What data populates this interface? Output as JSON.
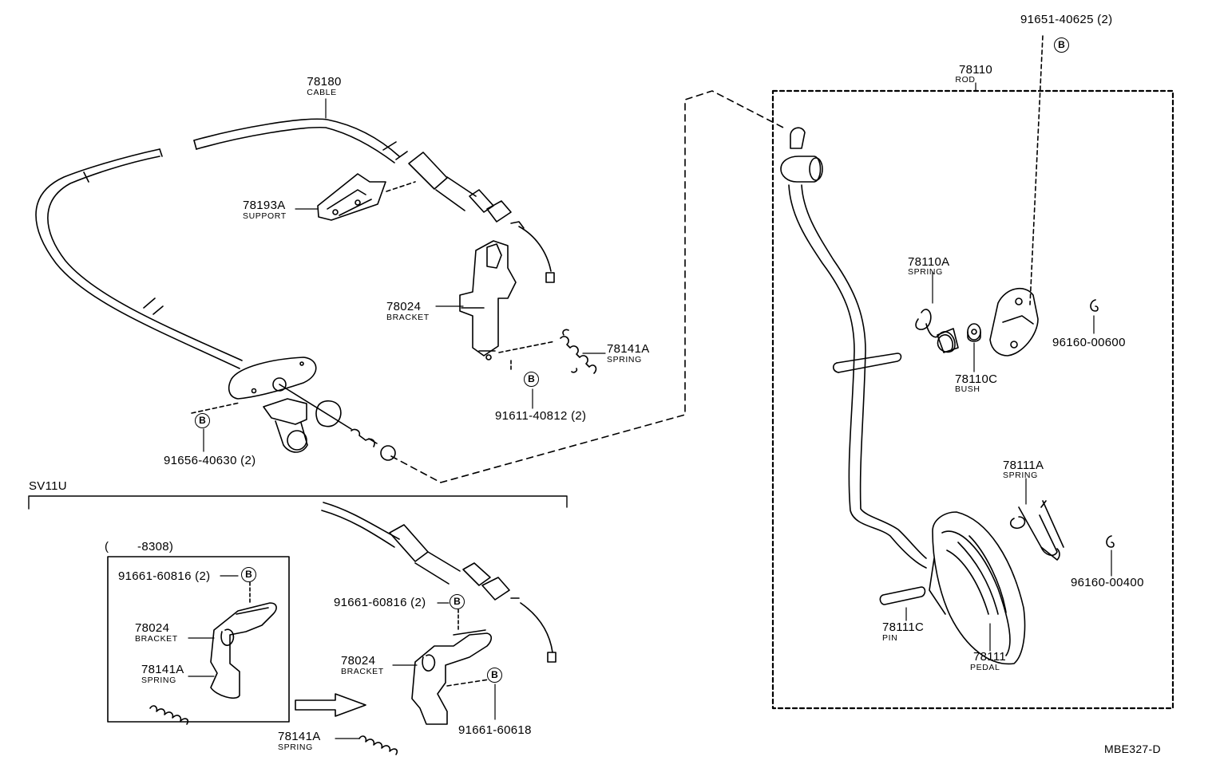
{
  "diagram_code": "MBE327-D",
  "variant_label": "SV11U",
  "date_range_label": "(        -8308)",
  "bolt_mark": "B",
  "parts": {
    "p78180": {
      "no": "78180",
      "name": "CABLE"
    },
    "p78193A": {
      "no": "78193A",
      "name": "SUPPORT"
    },
    "p78024": {
      "no": "78024",
      "name": "BRACKET"
    },
    "p78141A": {
      "no": "78141A",
      "name": "SPRING"
    },
    "p91611": {
      "no": "91611-40812 (2)"
    },
    "p91656": {
      "no": "91656-40630 (2)"
    },
    "p78110": {
      "no": "78110",
      "name": "ROD"
    },
    "p91651": {
      "no": "91651-40625 (2)"
    },
    "p78110A": {
      "no": "78110A",
      "name": "SPRING"
    },
    "p78110C": {
      "no": "78110C",
      "name": "BUSH"
    },
    "p96160_600": {
      "no": "96160-00600"
    },
    "p78111A": {
      "no": "78111A",
      "name": "SPRING"
    },
    "p96160_400": {
      "no": "96160-00400"
    },
    "p78111C": {
      "no": "78111C",
      "name": "PIN"
    },
    "p78111": {
      "no": "78111",
      "name": "PEDAL"
    },
    "inset_91661_816": {
      "no": "91661-60816 (2)"
    },
    "inset_78024": {
      "no": "78024",
      "name": "BRACKET"
    },
    "inset_78141A": {
      "no": "78141A",
      "name": "SPRING"
    },
    "sv_91661_816": {
      "no": "91661-60816 (2)"
    },
    "sv_78024": {
      "no": "78024",
      "name": "BRACKET"
    },
    "sv_78141A": {
      "no": "78141A",
      "name": "SPRING"
    },
    "sv_91661_618": {
      "no": "91661-60618"
    }
  }
}
